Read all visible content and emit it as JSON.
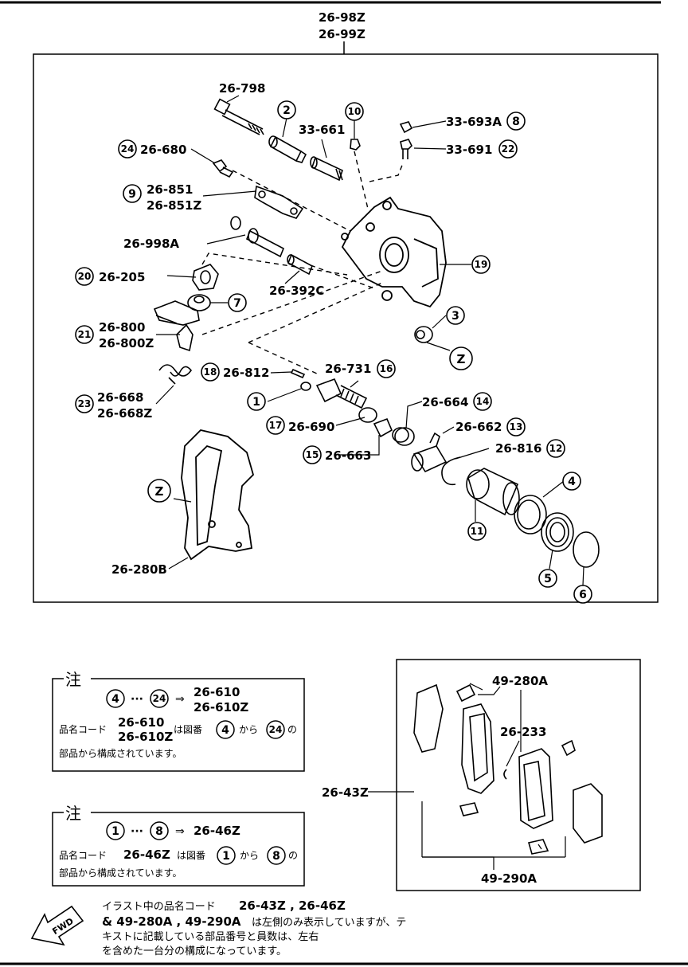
{
  "header": {
    "code_line1": "26-98Z",
    "code_line2": "26-99Z"
  },
  "labels": {
    "p26_798": "26-798",
    "p26_680": "26-680",
    "p33_661": "33-661",
    "p33_693a": "33-693A",
    "p33_691": "33-691",
    "p26_851": "26-851",
    "p26_851z": "26-851Z",
    "p26_998a": "26-998A",
    "p26_205": "26-205",
    "p26_392c": "26-392C",
    "p26_800": "26-800",
    "p26_800z": "26-800Z",
    "p26_812": "26-812",
    "p26_731": "26-731",
    "p26_668": "26-668",
    "p26_668z": "26-668Z",
    "p26_690": "26-690",
    "p26_664": "26-664",
    "p26_662": "26-662",
    "p26_663": "26-663",
    "p26_816": "26-816",
    "p26_280b": "26-280B",
    "z": "Z"
  },
  "callouts": {
    "c1": "1",
    "c2": "2",
    "c3": "3",
    "c4": "4",
    "c5": "5",
    "c6": "6",
    "c7": "7",
    "c8": "8",
    "c9": "9",
    "c10": "10",
    "c11": "11",
    "c12": "12",
    "c13": "13",
    "c14": "14",
    "c15": "15",
    "c16": "16",
    "c17": "17",
    "c18": "18",
    "c19": "19",
    "c20": "20",
    "c21": "21",
    "c22": "22",
    "c23": "23",
    "c24": "24"
  },
  "note1": {
    "title": "注",
    "from": "4",
    "to": "24",
    "dots": "···",
    "arrow": "⇒",
    "code_a": "26-610",
    "code_b": "26-610Z",
    "row2_prefix": "品名コード",
    "row2_code_a": "26-610",
    "row2_code_b": "26-610Z",
    "row2_mid": "は図番",
    "row2_kara": "から",
    "row2_no": "の",
    "row3": "部品から構成されています。"
  },
  "note2": {
    "title": "注",
    "from": "1",
    "to": "8",
    "dots": "···",
    "arrow": "⇒",
    "code": "26-46Z",
    "row2_prefix": "品名コード",
    "row2_code": "26-46Z",
    "row2_mid": "は図番",
    "row2_kara": "から",
    "row2_no": "の",
    "row3": "部品から構成されています。"
  },
  "pads": {
    "p49_280a": "49-280A",
    "p26_233": "26-233",
    "p26_43z": "26-43Z",
    "p49_290a": "49-290A"
  },
  "footer": {
    "fwd": "FWD",
    "line1_text": "イラスト中の品名コード",
    "line1_codes": "26-43Z , 26-46Z",
    "line2_codes": "& 49-280A , 49-290A",
    "line2_text": "は左側のみ表示していますが、テ",
    "line3": "キストに記載している部品番号と員数は、左右",
    "line4": "を含めた一台分の構成になっています。"
  }
}
